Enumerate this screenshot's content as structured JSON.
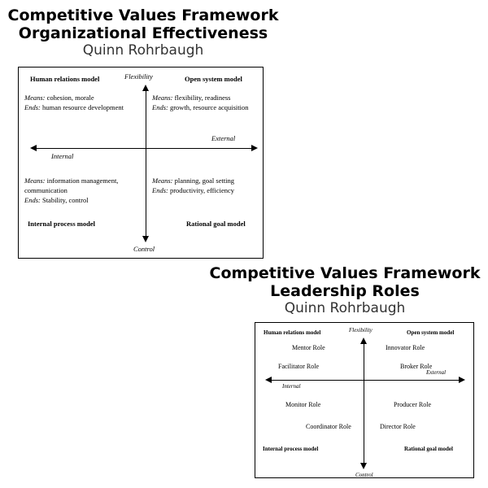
{
  "page": {
    "background": "#ffffff",
    "text_color": "#000000",
    "subtitle_color": "#333333"
  },
  "diagram1": {
    "title_line1": "Competitive Values Framework",
    "title_line2": "Organizational Effectiveness",
    "title_line3": "Quinn Rohrbaugh",
    "axes": {
      "top": "Flexibility",
      "bottom": "Control",
      "left": "Internal",
      "right": "External"
    },
    "quadrants": {
      "top_left": {
        "name": "Human relations model",
        "means_label": "Means:",
        "means_text": "cohesion, morale",
        "ends_label": "Ends:",
        "ends_text": "human resource development"
      },
      "top_right": {
        "name": "Open system model",
        "means_label": "Means:",
        "means_text": "flexibility, readiness",
        "ends_label": "Ends:",
        "ends_text": "growth, resource acquisition"
      },
      "bottom_left": {
        "name": "Internal process model",
        "means_label": "Means:",
        "means_text": "information management,",
        "means_text2": "communication",
        "ends_label": "Ends:",
        "ends_text": "Stability, control"
      },
      "bottom_right": {
        "name": "Rational goal model",
        "means_label": "Means:",
        "means_text": "planning, goal setting",
        "ends_label": "Ends:",
        "ends_text": "productivity, efficiency"
      }
    }
  },
  "diagram2": {
    "title_line1": "Competitive Values Framework",
    "title_line2": "Leadership Roles",
    "title_line3": "Quinn Rohrbaugh",
    "axes": {
      "top": "Flexibility",
      "bottom": "Control",
      "left": "Internal",
      "right": "External"
    },
    "quadrants": {
      "top_left": {
        "name": "Human relations model",
        "role1": "Mentor Role",
        "role2": "Facilitator Role"
      },
      "top_right": {
        "name": "Open system model",
        "role1": "Innovator Role",
        "role2": "Broker Role"
      },
      "bottom_left": {
        "name": "Internal process model",
        "role1": "Monitor Role",
        "role2": "Coordinator Role"
      },
      "bottom_right": {
        "name": "Rational goal model",
        "role1": "Producer Role",
        "role2": "Director Role"
      }
    }
  }
}
